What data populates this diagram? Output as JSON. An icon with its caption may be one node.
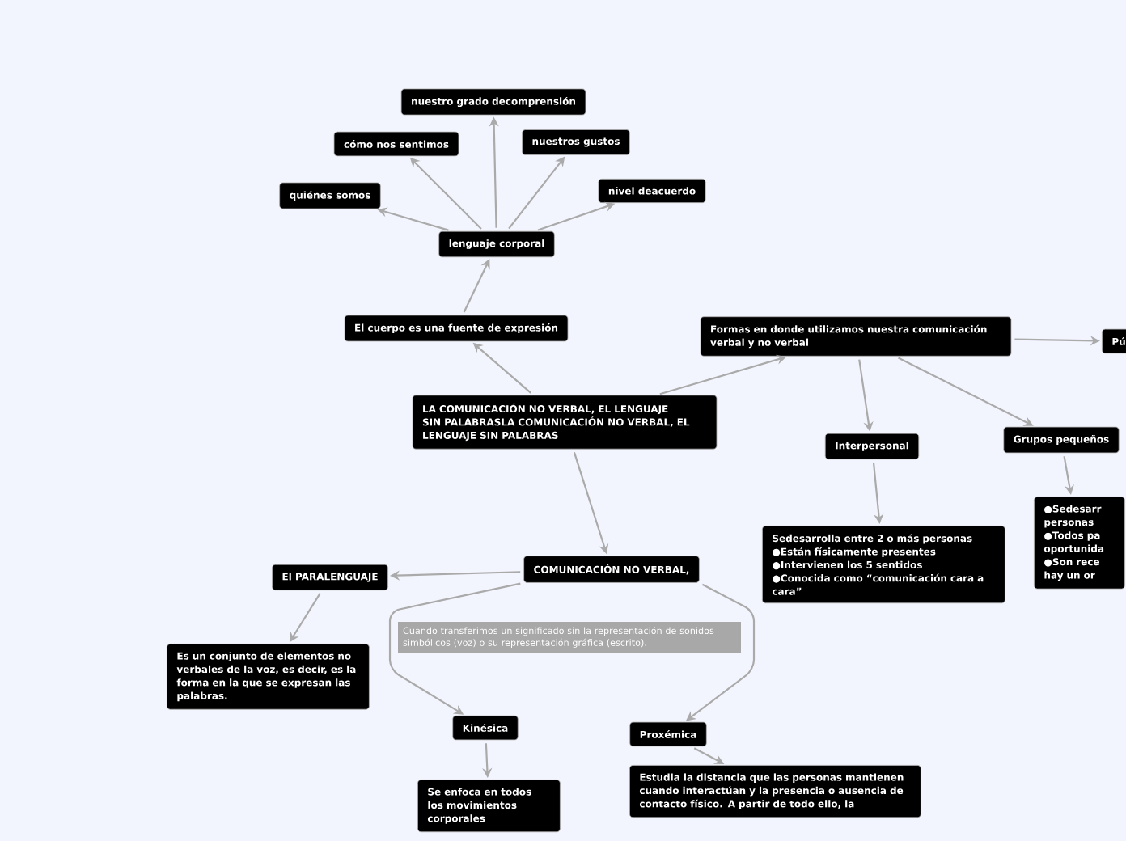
{
  "diagram": {
    "nodes": [
      {
        "text": [
          "nuestro grado decomprensión"
        ]
      },
      {
        "text": [
          "cómo nos sentimos"
        ]
      },
      {
        "text": [
          "nuestros gustos"
        ]
      },
      {
        "text": [
          "quiénes somos"
        ]
      },
      {
        "text": [
          "nivel deacuerdo"
        ]
      },
      {
        "text": [
          "lenguaje corporal"
        ]
      },
      {
        "text": [
          "El cuerpo es una fuente de expresión"
        ]
      },
      {
        "text": [
          "LA COMUNICACIÓN NO VERBAL, EL LENGUAJE SIN PALABRASLA COMUNICACIÓN NO VERBAL, EL LENGUAJE SIN PALABRAS"
        ]
      },
      {
        "text": [
          "Formas en donde utilizamos nuestra comunicación verbal y no verbal"
        ]
      },
      {
        "text": [
          "Pú"
        ]
      },
      {
        "text": [
          "Interpersonal"
        ]
      },
      {
        "text": [
          "Grupos pequeños"
        ]
      },
      {
        "text": [
          "Sedesarrolla entre 2 o más personas",
          "●Están físicamente presentes",
          "●Intervienen los 5 sentidos",
          "●Conocida como “comunicación cara a cara”"
        ]
      },
      {
        "text": [
          "●Sedesarr personas",
          "●Todos pa oportunida",
          "●Son rece hay un or"
        ]
      },
      {
        "text": [
          "COMUNICACIÓN NO VERBAL,"
        ]
      },
      {
        "text": [
          "Cuando transferimos un significado sin la representación de sonidos simbólicos (voz) o su representación gráfica (escrito)."
        ]
      },
      {
        "text": [
          "El PARALENGUAJE"
        ]
      },
      {
        "text": [
          "Es un conjunto de elementos no verbales de la voz, es decir, es la forma en la que se expresan las palabras."
        ]
      },
      {
        "text": [
          "Kinésica"
        ]
      },
      {
        "text": [
          "Proxémica"
        ]
      },
      {
        "text": [
          "Se enfoca en todos los movimientos corporales"
        ]
      },
      {
        "text": [
          "Estudia la distancia que las personas mantienen cuando interactúan y la presencia o ausencia de contacto físico. A partir de todo ello, la"
        ]
      }
    ],
    "edges": [
      {
        "from": 5,
        "to": 0,
        "arrow": "to"
      },
      {
        "from": 5,
        "to": 1,
        "arrow": "to"
      },
      {
        "from": 5,
        "to": 2,
        "arrow": "to"
      },
      {
        "from": 5,
        "to": 3,
        "arrow": "to"
      },
      {
        "from": 5,
        "to": 4,
        "arrow": "to"
      },
      {
        "from": 6,
        "to": 5,
        "arrow": "to"
      },
      {
        "from": 7,
        "to": 6,
        "arrow": "to"
      },
      {
        "from": 7,
        "to": 8,
        "arrow": "to"
      },
      {
        "from": 8,
        "to": 9,
        "arrow": "to"
      },
      {
        "from": 8,
        "to": 10,
        "arrow": "to"
      },
      {
        "from": 8,
        "to": 11,
        "arrow": "to"
      },
      {
        "from": 10,
        "to": 12,
        "arrow": "to"
      },
      {
        "from": 11,
        "to": 13,
        "arrow": "to"
      },
      {
        "from": 7,
        "to": 14,
        "arrow": "to"
      },
      {
        "from": 14,
        "to": 16,
        "arrow": "to"
      },
      {
        "from": 16,
        "to": 17,
        "arrow": "to"
      },
      {
        "from": 14,
        "to": 18,
        "arrow": "to"
      },
      {
        "from": 14,
        "to": 19,
        "arrow": "to"
      },
      {
        "from": 18,
        "to": 20,
        "arrow": "to"
      },
      {
        "from": 19,
        "to": 21,
        "arrow": "to"
      }
    ]
  }
}
